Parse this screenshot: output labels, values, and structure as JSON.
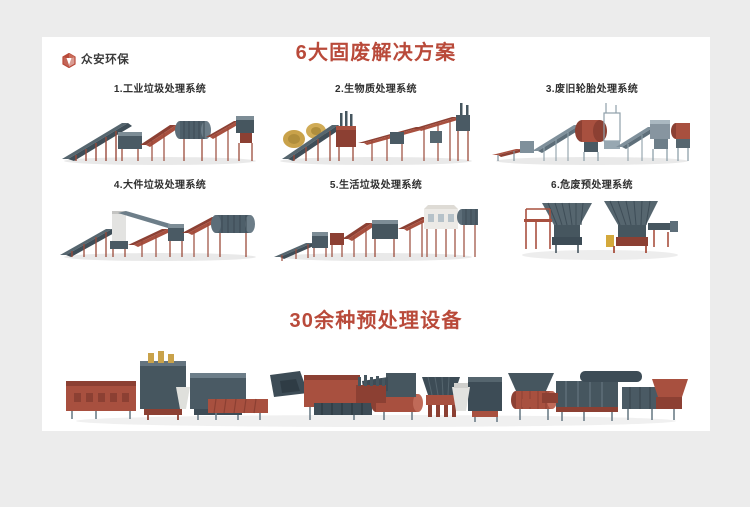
{
  "page": {
    "background_color": "#ececec",
    "card_background": "#ffffff"
  },
  "brand": {
    "icon": "hexagon-cube-logo-icon",
    "name": "众安环保",
    "color": "#b94a3a"
  },
  "titles": {
    "top": "6大固废解决方案",
    "bottom": "30余种预处理设备",
    "color": "#b94a3a"
  },
  "solutions": [
    {
      "index": "1",
      "label": "1.工业垃圾处理系统",
      "art": "industrial-waste-line-illustration"
    },
    {
      "index": "2",
      "label": "2.生物质处理系统",
      "art": "biomass-line-illustration"
    },
    {
      "index": "3",
      "label": "3.废旧轮胎处理系统",
      "art": "tire-recycling-line-illustration"
    },
    {
      "index": "4",
      "label": "4.大件垃圾处理系统",
      "art": "bulky-waste-line-illustration"
    },
    {
      "index": "5",
      "label": "5.生活垃圾处理系统",
      "art": "municipal-waste-line-illustration"
    },
    {
      "index": "6",
      "label": "6.危废预处理系统",
      "art": "hazardous-waste-pretreatment-illustration"
    }
  ],
  "banner": {
    "art": "equipment-lineup-panorama-illustration"
  },
  "palette": {
    "rust": "#a8503f",
    "rust_dark": "#8c4033",
    "steel": "#4a5c69",
    "steel_dark": "#374551",
    "steel_light": "#7f909b",
    "hay": "#c9a24a",
    "concrete": "#d8d8d6"
  }
}
